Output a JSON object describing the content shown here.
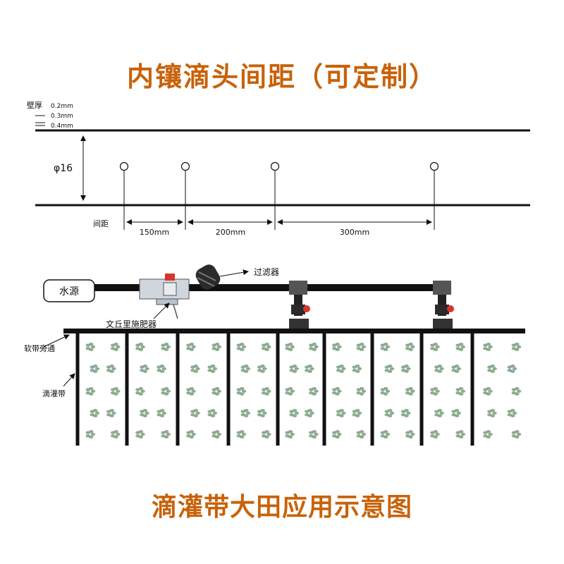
{
  "colors": {
    "title": "#c8620a",
    "line": "#111111",
    "field": "#ffffff",
    "plant": "#7a9e7e",
    "valve_red": "#d9342b",
    "filter_blue": "#3b6fb6"
  },
  "top_title": "内镶滴头间距（可定制）",
  "tape_spec": {
    "wall_label": "壁厚",
    "wall_thickness": [
      "0.2mm",
      "0.3mm",
      "0.4mm"
    ],
    "diameter": "φ16",
    "spacing_label": "间距",
    "spacings": [
      "150mm",
      "200mm",
      "300mm"
    ]
  },
  "field_diagram": {
    "water_source": "水源",
    "filter": "过滤器",
    "venturi": "文丘里施肥器",
    "bypass": "软带旁通",
    "drip_tape": "滴灌带"
  },
  "bottom_title": "滴灌带大田应用示意图"
}
